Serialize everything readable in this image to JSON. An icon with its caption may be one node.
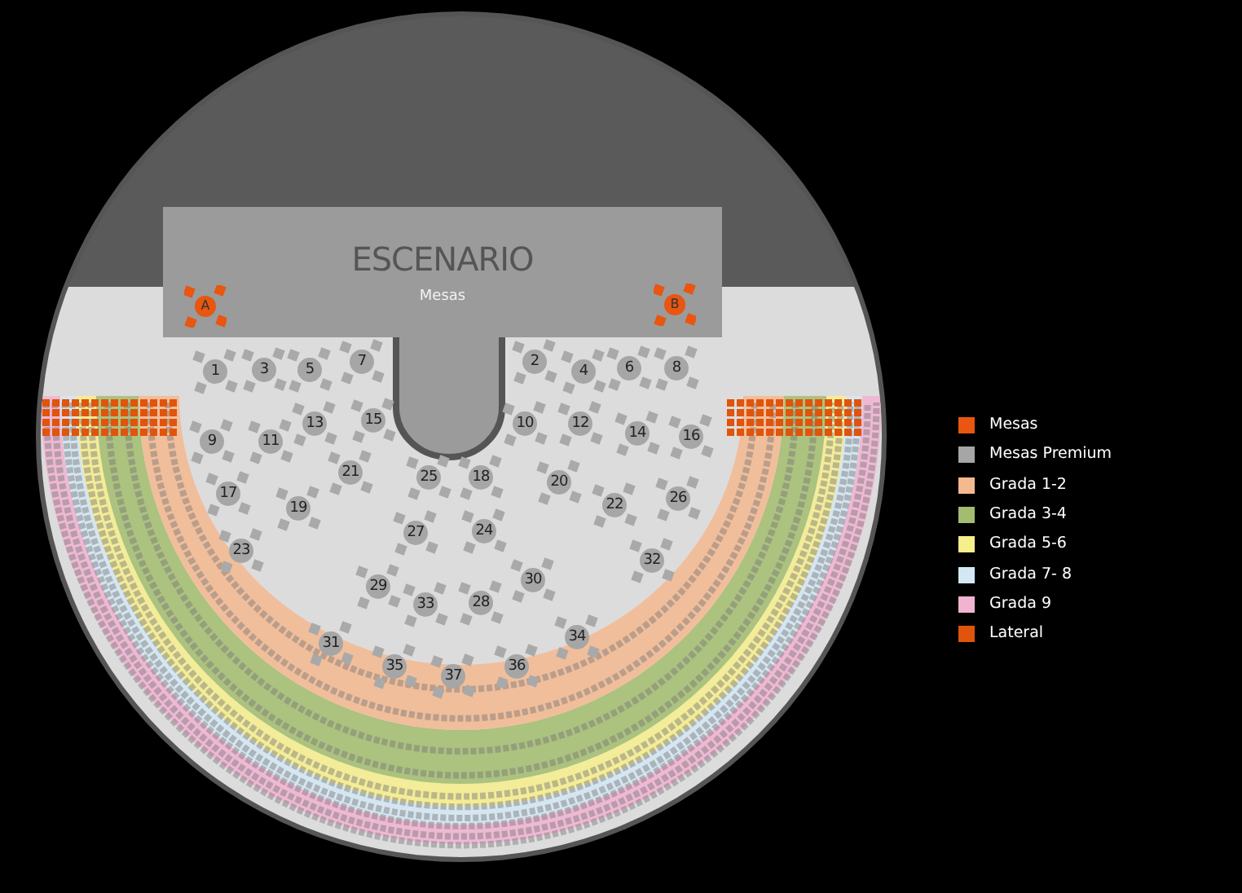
{
  "diagram": {
    "nodes": [
      {
        "text": [
          "ESCENARIO",
          "Mesas"
        ]
      },
      {
        "text": [
          "A"
        ],
        "in": 0
      },
      {
        "text": [
          "B"
        ],
        "in": 0
      },
      {
        "text": [
          "1"
        ]
      },
      {
        "text": [
          "3"
        ]
      },
      {
        "text": [
          "5"
        ]
      },
      {
        "text": [
          "7"
        ]
      },
      {
        "text": [
          "2"
        ]
      },
      {
        "text": [
          "4"
        ]
      },
      {
        "text": [
          "6"
        ]
      },
      {
        "text": [
          "8"
        ]
      },
      {
        "text": [
          "9"
        ]
      },
      {
        "text": [
          "11"
        ]
      },
      {
        "text": [
          "13"
        ]
      },
      {
        "text": [
          "15"
        ]
      },
      {
        "text": [
          "10"
        ]
      },
      {
        "text": [
          "12"
        ]
      },
      {
        "text": [
          "14"
        ]
      },
      {
        "text": [
          "16"
        ]
      },
      {
        "text": [
          "17"
        ]
      },
      {
        "text": [
          "19"
        ]
      },
      {
        "text": [
          "21"
        ]
      },
      {
        "text": [
          "25"
        ]
      },
      {
        "text": [
          "18"
        ]
      },
      {
        "text": [
          "20"
        ]
      },
      {
        "text": [
          "22"
        ]
      },
      {
        "text": [
          "26"
        ]
      },
      {
        "text": [
          "23"
        ]
      },
      {
        "text": [
          "27"
        ]
      },
      {
        "text": [
          "24"
        ]
      },
      {
        "text": [
          "32"
        ]
      },
      {
        "text": [
          "29"
        ]
      },
      {
        "text": [
          "30"
        ]
      },
      {
        "text": [
          "33"
        ]
      },
      {
        "text": [
          "28"
        ]
      },
      {
        "text": [
          "31"
        ]
      },
      {
        "text": [
          "34"
        ]
      },
      {
        "text": [
          "35"
        ]
      },
      {
        "text": [
          "37"
        ]
      },
      {
        "text": [
          "36"
        ]
      }
    ],
    "legend": [
      {
        "text": "Mesas",
        "color": "#e8560f"
      },
      {
        "text": "Mesas Premium",
        "color": "#a6a6a6"
      },
      {
        "text": "Grada 1-2",
        "color": "#f5b98f"
      },
      {
        "text": "Grada 3-4",
        "color": "#a3bd6f"
      },
      {
        "text": "Grada 5-6",
        "color": "#f7ee8c"
      },
      {
        "text": "Grada 7- 8",
        "color": "#d3e8f5"
      },
      {
        "text": "Grada 9",
        "color": "#f1b3d2"
      },
      {
        "text": "Lateral",
        "color": "#e0540c"
      }
    ]
  }
}
